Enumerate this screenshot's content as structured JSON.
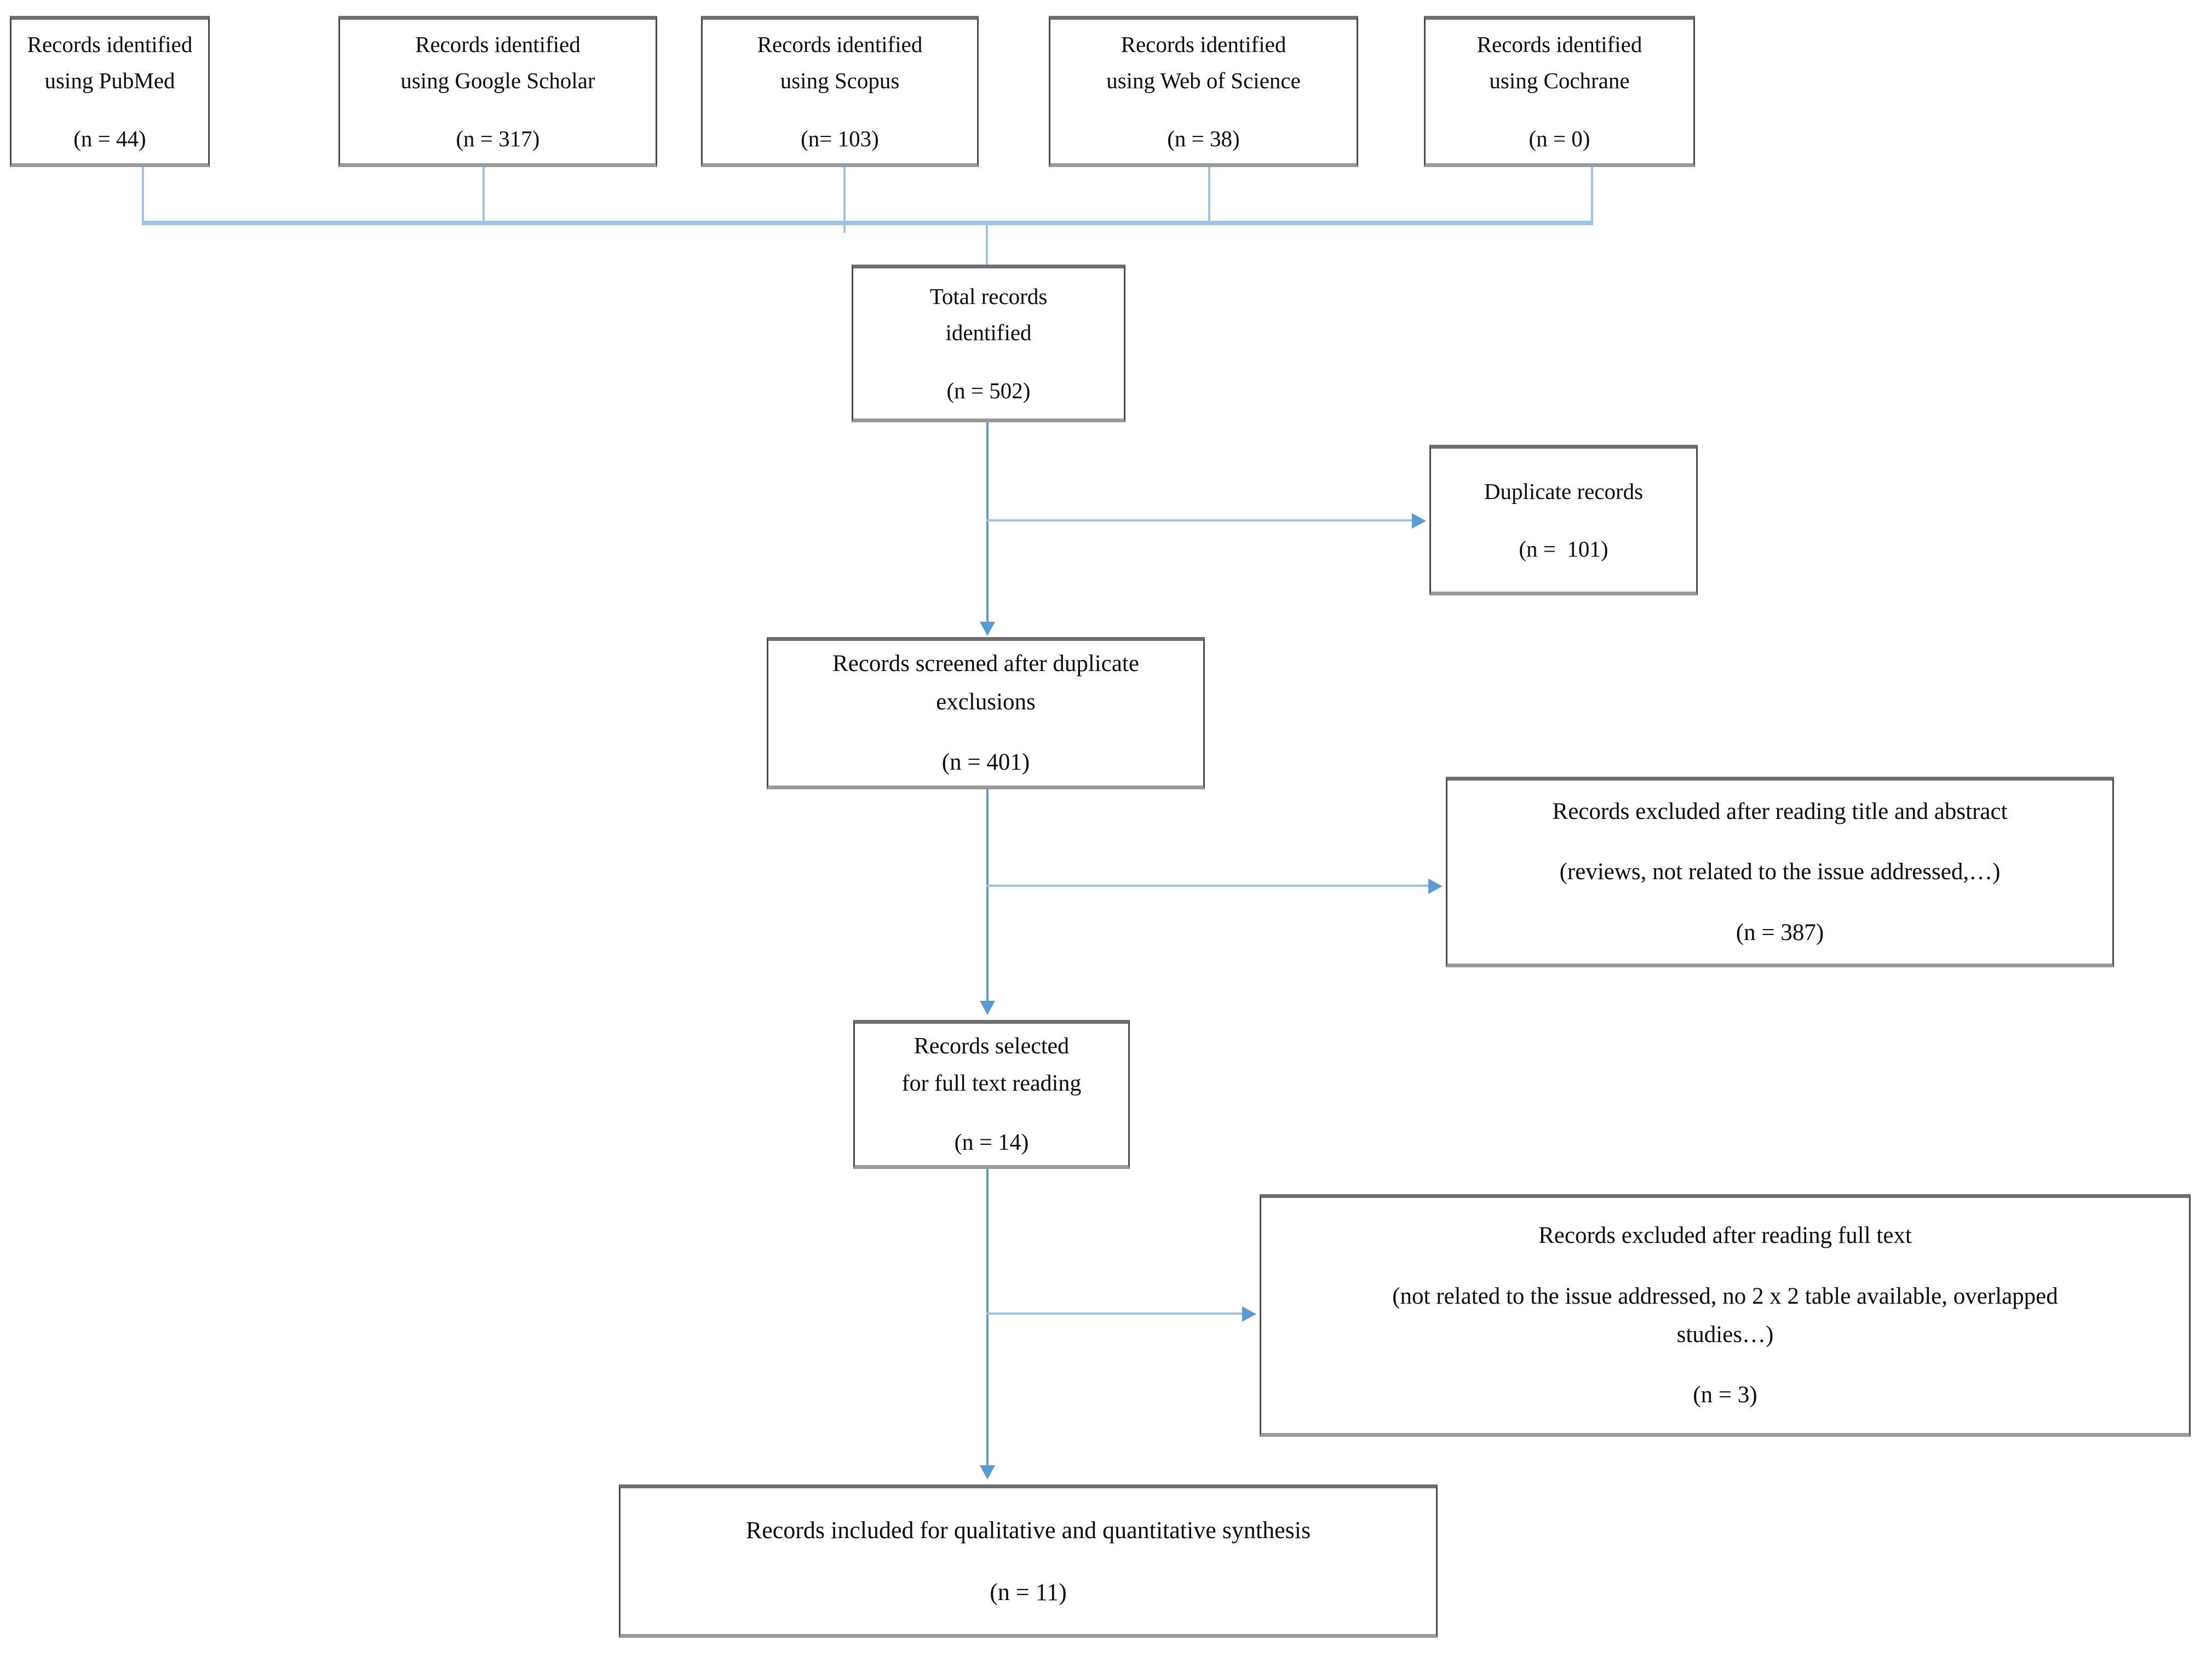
{
  "diagram": {
    "type": "prisma-flow-diagram",
    "accent_color": "#5b9bd5",
    "box_border_color": "#4a4a4a",
    "background_color": "#ffffff"
  },
  "sources": [
    {
      "line1": "Records identified",
      "line2": "using PubMed",
      "count": "(n = 44)"
    },
    {
      "line1": "Records identified",
      "line2": "using Google Scholar",
      "count": "(n = 317)"
    },
    {
      "line1": "Records identified",
      "line2": "using Scopus",
      "count": "(n= 103)"
    },
    {
      "line1": "Records identified",
      "line2": "using Web of Science",
      "count": "(n = 38)"
    },
    {
      "line1": "Records identified",
      "line2": "using Cochrane",
      "count": "(n = 0)"
    }
  ],
  "total_records": {
    "line1": "Total records",
    "line2": "identified",
    "count": "(n = 502)"
  },
  "duplicates": {
    "line1": "Duplicate records",
    "count": "(n =  101)"
  },
  "screened": {
    "line1": "Records screened after duplicate",
    "line2": "exclusions",
    "count": "(n = 401)"
  },
  "excluded_title_abstract": {
    "line1": "Records excluded after reading title and abstract",
    "line2": "(reviews, not related to the issue addressed,…)",
    "count": "(n = 387)"
  },
  "selected_full_text": {
    "line1": "Records selected",
    "line2": "for full text reading",
    "count": "(n = 14)"
  },
  "excluded_full_text": {
    "line1": "Records excluded after reading full text",
    "line2": "(not related to the issue addressed, no 2 x 2 table available, overlapped",
    "line3": "studies…)",
    "count": "(n = 3)"
  },
  "included": {
    "line1": "Records included for qualitative and quantitative synthesis",
    "count": "(n = 11)"
  }
}
